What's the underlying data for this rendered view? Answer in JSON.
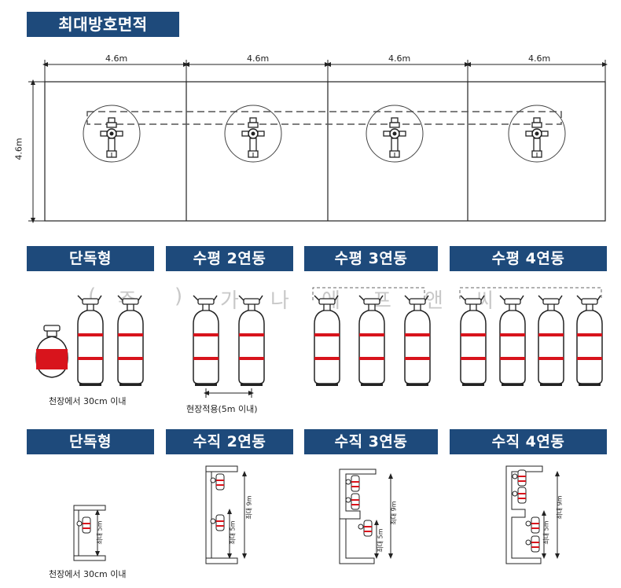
{
  "title": "최대방호면적",
  "area": {
    "dims": [
      "4.6m",
      "4.6m",
      "4.6m",
      "4.6m"
    ],
    "side_dim": "4.6m"
  },
  "row1": {
    "headers": [
      "단독형",
      "수평 2연동",
      "수평 3연동",
      "수평 4연동"
    ],
    "caption_single": "천장에서 30cm 이내",
    "caption_h2": "현장적용(5m 이내)"
  },
  "watermark": [
    "(",
    "주",
    ")",
    "가",
    "나",
    "에",
    "프",
    "앤",
    "씨"
  ],
  "row2": {
    "headers": [
      "단독형",
      "수직 2연동",
      "수직 3연동",
      "수직 4연동"
    ],
    "caption_single": "천장에서 30cm 이내",
    "max5": "최대 5m",
    "max9": "최대 9m"
  },
  "colors": {
    "banner": "#1e4a7b",
    "stripe": "#d8141c"
  }
}
